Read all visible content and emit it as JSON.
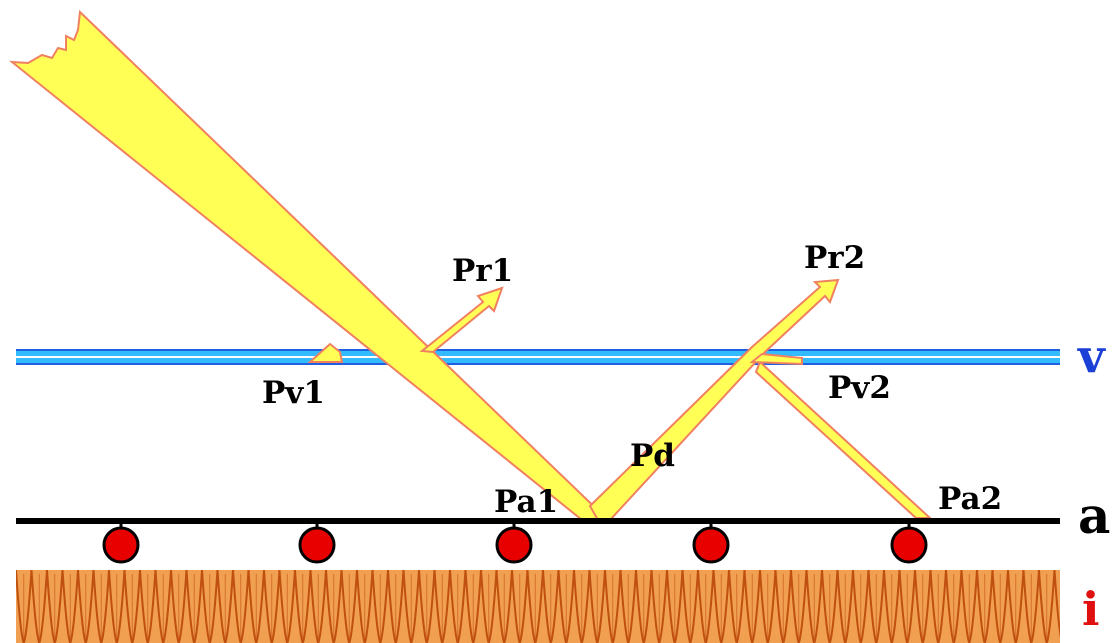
{
  "labels": {
    "pr1": "Pr1",
    "pr2": "Pr2",
    "pv1": "Pv1",
    "pv2": "Pv2",
    "pd": "Pd",
    "pa1": "Pa1",
    "pa2": "Pa2"
  },
  "layers": {
    "glass": {
      "letter": "v",
      "color": "#1a3fd6"
    },
    "absorber": {
      "letter": "a",
      "color": "#000000"
    },
    "insulation": {
      "letter": "i",
      "color": "#e01010"
    }
  },
  "colors": {
    "ray_fill": "#ffff55",
    "ray_stroke": "#f08060",
    "glass_line": "#33bbff",
    "glass_edge": "#2060e0",
    "tube_fill": "#e80000",
    "insulation_fill": "#f0a050",
    "insulation_stroke": "#c05010"
  },
  "icons": {
    "tube": "circle-dot",
    "insulation": "zigzag-texture"
  }
}
